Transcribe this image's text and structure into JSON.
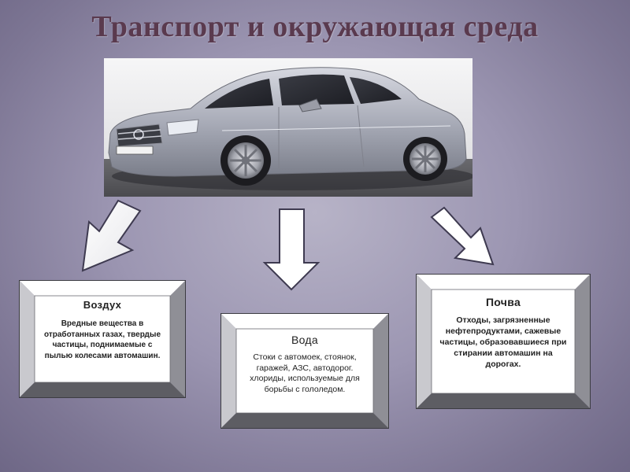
{
  "slide": {
    "title": "Транспорт и окружающая среда"
  },
  "boxes": {
    "air": {
      "heading": "Воздух",
      "text": "Вредные вещества в отработанных газах, твердые частицы, поднимаемые с пылью колесами автомашин."
    },
    "water": {
      "heading": "Вода",
      "text": "Стоки с автомоек, стоянок, гаражей, АЗС, автодорог. хлориды, используемые для борьбы с гололедом."
    },
    "soil": {
      "heading": "Почва",
      "text": "Отходы, загрязненные нефтепродуктами, сажевые частицы, образовавшиеся при стирании автомашин на дорогах."
    }
  },
  "colors": {
    "title": "#5a3a4e",
    "car_body": "#b9bbc6",
    "background": "#9c96b2"
  }
}
